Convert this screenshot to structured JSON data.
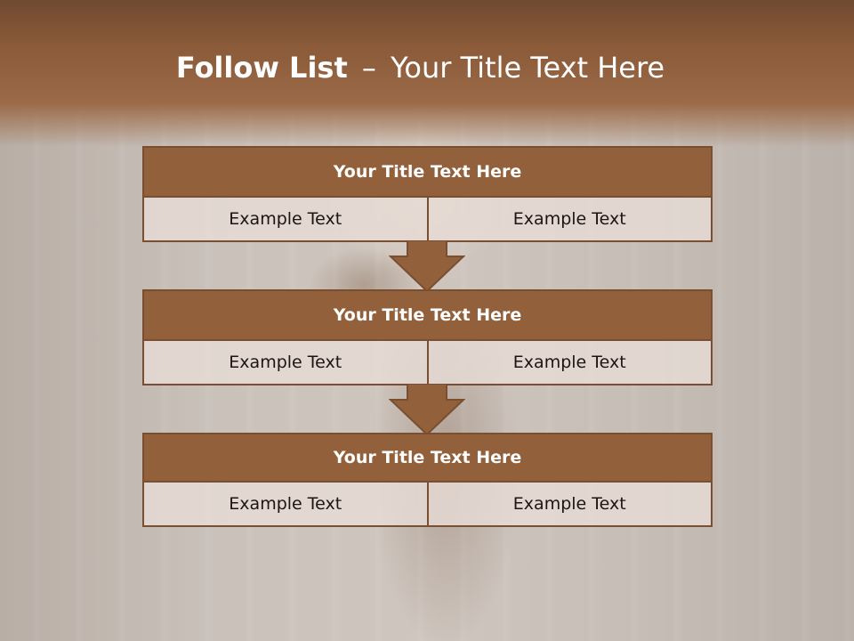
{
  "title": {
    "bold": "Follow List",
    "separator": "–",
    "rest": "Your Title Text Here"
  },
  "steps": [
    {
      "header": "Your Title Text Here",
      "cells": [
        "Example Text",
        "Example Text"
      ]
    },
    {
      "header": "Your Title Text Here",
      "cells": [
        "Example Text",
        "Example Text"
      ]
    },
    {
      "header": "Your Title Text Here",
      "cells": [
        "Example Text",
        "Example Text"
      ]
    }
  ],
  "colors": {
    "header_fill": "#93603c",
    "border": "#7a4e31",
    "title_band": "#8a5a39",
    "cell_fill": "#e6dcd6"
  },
  "icons": [
    "down-arrow-icon",
    "down-arrow-icon"
  ]
}
